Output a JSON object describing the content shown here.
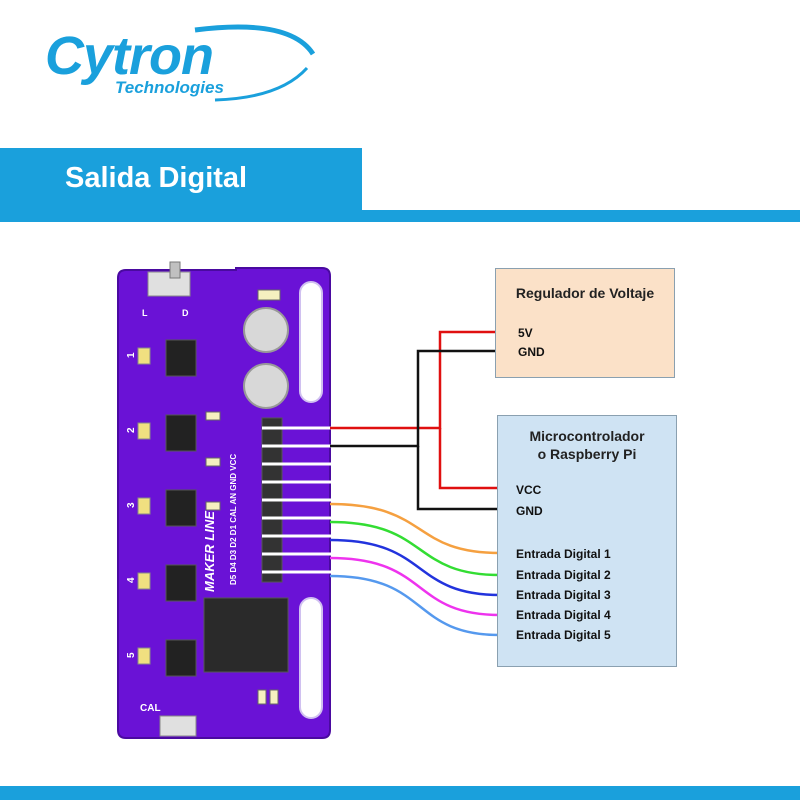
{
  "logo": {
    "brand": "Cytron",
    "sub": "Technologies"
  },
  "header": {
    "title": "Salida Digital"
  },
  "board": {
    "name": "MAKER LINE",
    "pin_header_labels": "D5 D4 D3 D2 D1 CAL AN GND VCC",
    "sensor_labels": [
      "1",
      "2",
      "3",
      "4",
      "5"
    ],
    "switch_labels": [
      "L",
      "D"
    ],
    "cal_label": "CAL"
  },
  "regulator": {
    "title": "Regulador de Voltaje",
    "pins": [
      "5V",
      "GND"
    ]
  },
  "controller": {
    "title_line1": "Microcontrolador",
    "title_line2": "o Raspberry Pi",
    "power_pins": [
      "VCC",
      "GND"
    ],
    "inputs": [
      "Entrada Digital 1",
      "Entrada Digital 2",
      "Entrada Digital 3",
      "Entrada Digital 4",
      "Entrada Digital 5"
    ]
  },
  "colors": {
    "brand": "#1aa0dc",
    "pcb": "#6a12d6",
    "wire_power": "#e01010",
    "wire_ground": "#111111",
    "wire_inputs": [
      "#f5a040",
      "#33dd33",
      "#2233dd",
      "#ee33ee",
      "#5599ee"
    ]
  }
}
